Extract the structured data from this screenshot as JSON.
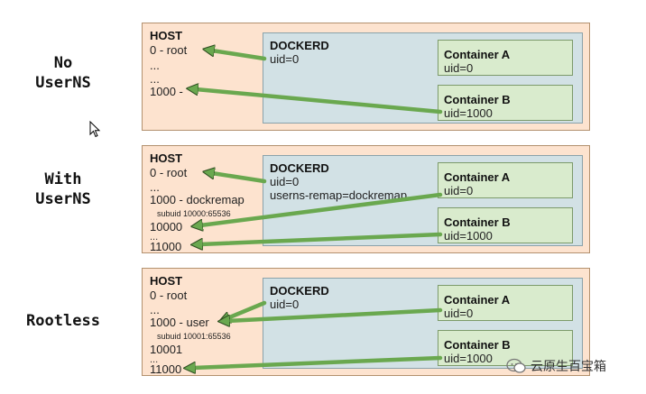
{
  "colors": {
    "host_bg": "#fde3cf",
    "dockerd_bg": "#d2e1e5",
    "container_bg": "#d9ebcd",
    "arrow": "#6aa84f"
  },
  "panels": [
    {
      "mode": "No\nUserNS",
      "host": {
        "title": "HOST",
        "lines": [
          "0 - root",
          "...",
          "...",
          "1000 -"
        ]
      },
      "dockerd": {
        "title": "DOCKERD",
        "lines": [
          "uid=0"
        ]
      },
      "containers": [
        {
          "name": "Container A",
          "uid": "uid=0"
        },
        {
          "name": "Container B",
          "uid": "uid=1000"
        }
      ]
    },
    {
      "mode": "With\nUserNS",
      "host": {
        "title": "HOST",
        "lines": [
          "0 - root",
          "...",
          "1000 - dockremap",
          "subuid 10000:65536",
          "10000",
          "...",
          "11000"
        ]
      },
      "dockerd": {
        "title": "DOCKERD",
        "lines": [
          "uid=0",
          "userns-remap=dockremap"
        ]
      },
      "containers": [
        {
          "name": "Container A",
          "uid": "uid=0"
        },
        {
          "name": "Container B",
          "uid": "uid=1000"
        }
      ]
    },
    {
      "mode": "Rootless",
      "host": {
        "title": "HOST",
        "lines": [
          "0 - root",
          "...",
          "1000 - user",
          "subuid 10001:65536",
          "10001",
          "...",
          "11000"
        ]
      },
      "dockerd": {
        "title": "DOCKERD",
        "lines": [
          "uid=0"
        ]
      },
      "containers": [
        {
          "name": "Container A",
          "uid": "uid=0"
        },
        {
          "name": "Container B",
          "uid": "uid=1000"
        }
      ]
    }
  ],
  "watermark": {
    "text": "云原生百宝箱",
    "icon": "wechat-icon"
  }
}
